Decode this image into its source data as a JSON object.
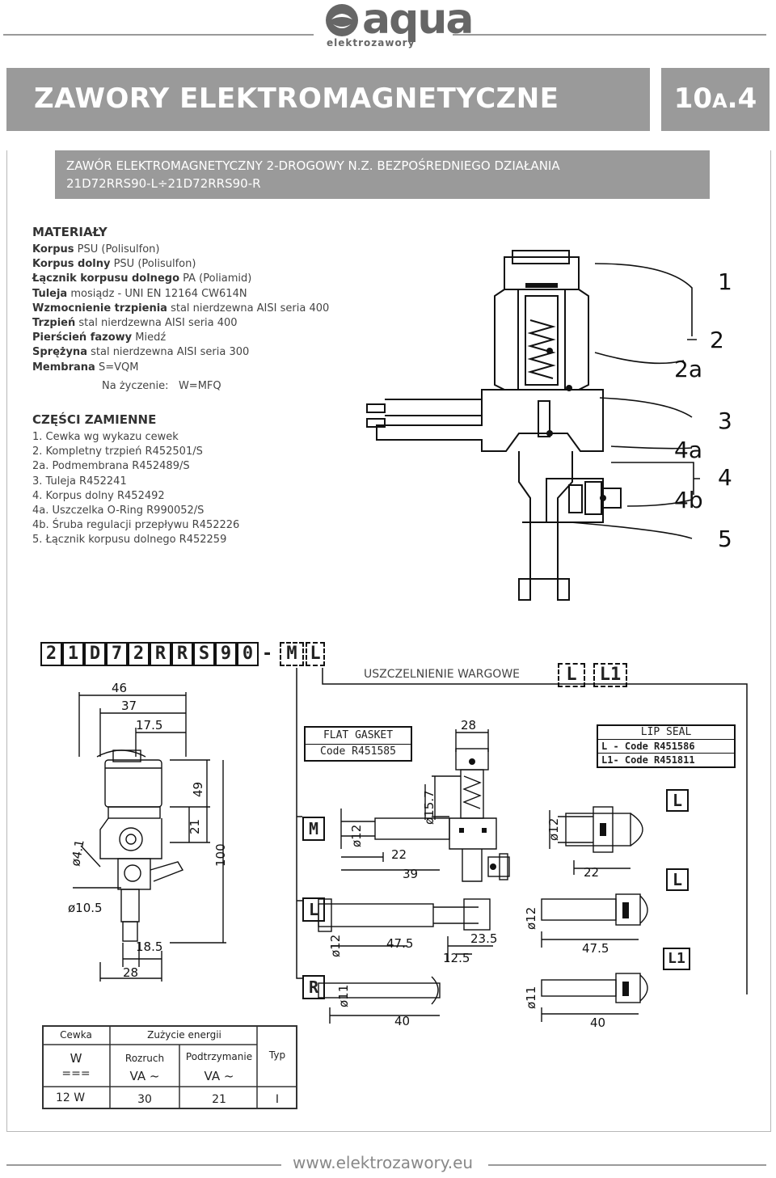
{
  "brand": {
    "name": "aqua",
    "sub": "elektrozawory"
  },
  "header": {
    "title": "ZAWORY ELEKTROMAGNETYCZNE",
    "page_num_main": "10",
    "page_num_letter": "A",
    "page_num_end": ".4"
  },
  "subheader": {
    "line1": "ZAWÓR ELEKTROMAGNETYCZNY 2-DROGOWY N.Z. BEZPOŚREDNIEGO DZIAŁANIA",
    "line2": "21D72RRS90-L÷21D72RRS90-R"
  },
  "materials": {
    "heading": "MATERIAŁY",
    "rows": [
      {
        "name": "Korpus",
        "value": "PSU (Polisulfon)"
      },
      {
        "name": "Korpus dolny",
        "value": "PSU (Polisulfon)"
      },
      {
        "name": "Łącznik korpusu dolnego",
        "value": "PA (Poliamid)"
      },
      {
        "name": "Tuleja",
        "value": "mosiądz - UNI EN 12164 CW614N"
      },
      {
        "name": "Wzmocnienie trzpienia",
        "value": "stal nierdzewna AISI seria 400"
      },
      {
        "name": "Trzpień",
        "value": "stal nierdzewna AISI seria 400"
      },
      {
        "name": "Pierścień fazowy",
        "value": "Miedź"
      },
      {
        "name": "Sprężyna",
        "value": "stal nierdzewna AISI seria 300"
      },
      {
        "name": "Membrana",
        "value": "S=VQM"
      }
    ],
    "request_label": "Na życzenie:",
    "request_value": "W=MFQ"
  },
  "spare_parts": {
    "heading": "CZĘŚCI ZAMIENNE",
    "items": [
      "1. Cewka wg wykazu cewek",
      "2. Kompletny trzpień R452501/S",
      "2a. Podmembrana R452489/S",
      "3. Tuleja R452241",
      "4. Korpus dolny R452492",
      "4a. Uszczelka O-Ring R990052/S",
      "4b. Śruba regulacji przepływu R452226",
      "5. Łącznik korpusu dolnego R452259"
    ]
  },
  "section_drawing": {
    "callouts": [
      "1",
      "2",
      "2a",
      "3",
      "4a",
      "4",
      "4b",
      "5"
    ]
  },
  "code": {
    "boxes": [
      "2",
      "1",
      "D",
      "7",
      "2",
      "R",
      "R",
      "S",
      "9",
      "0"
    ],
    "dash": "-",
    "m": "M",
    "l": "L"
  },
  "seal": {
    "title": "USZCZELNIENIE WARGOWE",
    "l": "L",
    "l1": "L1"
  },
  "flat_gasket": {
    "title": "FLAT GASKET",
    "code": "Code R451585"
  },
  "lip_seal": {
    "title": "LIP SEAL",
    "row_l": "L - Code R451586",
    "row_l1": "L1- Code R451811"
  },
  "dims": {
    "d46": "46",
    "d37": "37",
    "d175": "17.5",
    "d49": "49",
    "d21": "21",
    "d100": "100",
    "d41": "ø4.1",
    "d105": "ø10.5",
    "d185": "18.5",
    "d28a": "28",
    "d28b": "28",
    "d157": "ø15.7",
    "d12a": "ø12",
    "d22a": "22",
    "d39": "39",
    "d12b": "ø12",
    "d475a": "47.5",
    "d235": "23.5",
    "d125": "12.5",
    "d11a": "ø11",
    "d40a": "40",
    "d12c": "ø12",
    "d22b": "22",
    "d12d": "ø12",
    "d475b": "47.5",
    "d11b": "ø11",
    "d40b": "40"
  },
  "fittings": {
    "m": "M",
    "l": "L",
    "r": "R",
    "l_right": "L",
    "l_right2": "L",
    "l1_right": "L1"
  },
  "table": {
    "col_coil": "Cewka",
    "col_energy": "Zużycie energii",
    "sub_w": "W",
    "sub_w_sym": "===",
    "sub_start": "Rozruch",
    "sub_start_unit": "VA ~",
    "sub_hold": "Podtrzymanie",
    "sub_hold_unit": "VA ~",
    "col_type": "Typ",
    "row": {
      "w": "12 W",
      "start": "30",
      "hold": "21",
      "type": "I"
    }
  },
  "footer": {
    "url": "www.elektrozawory.eu"
  }
}
